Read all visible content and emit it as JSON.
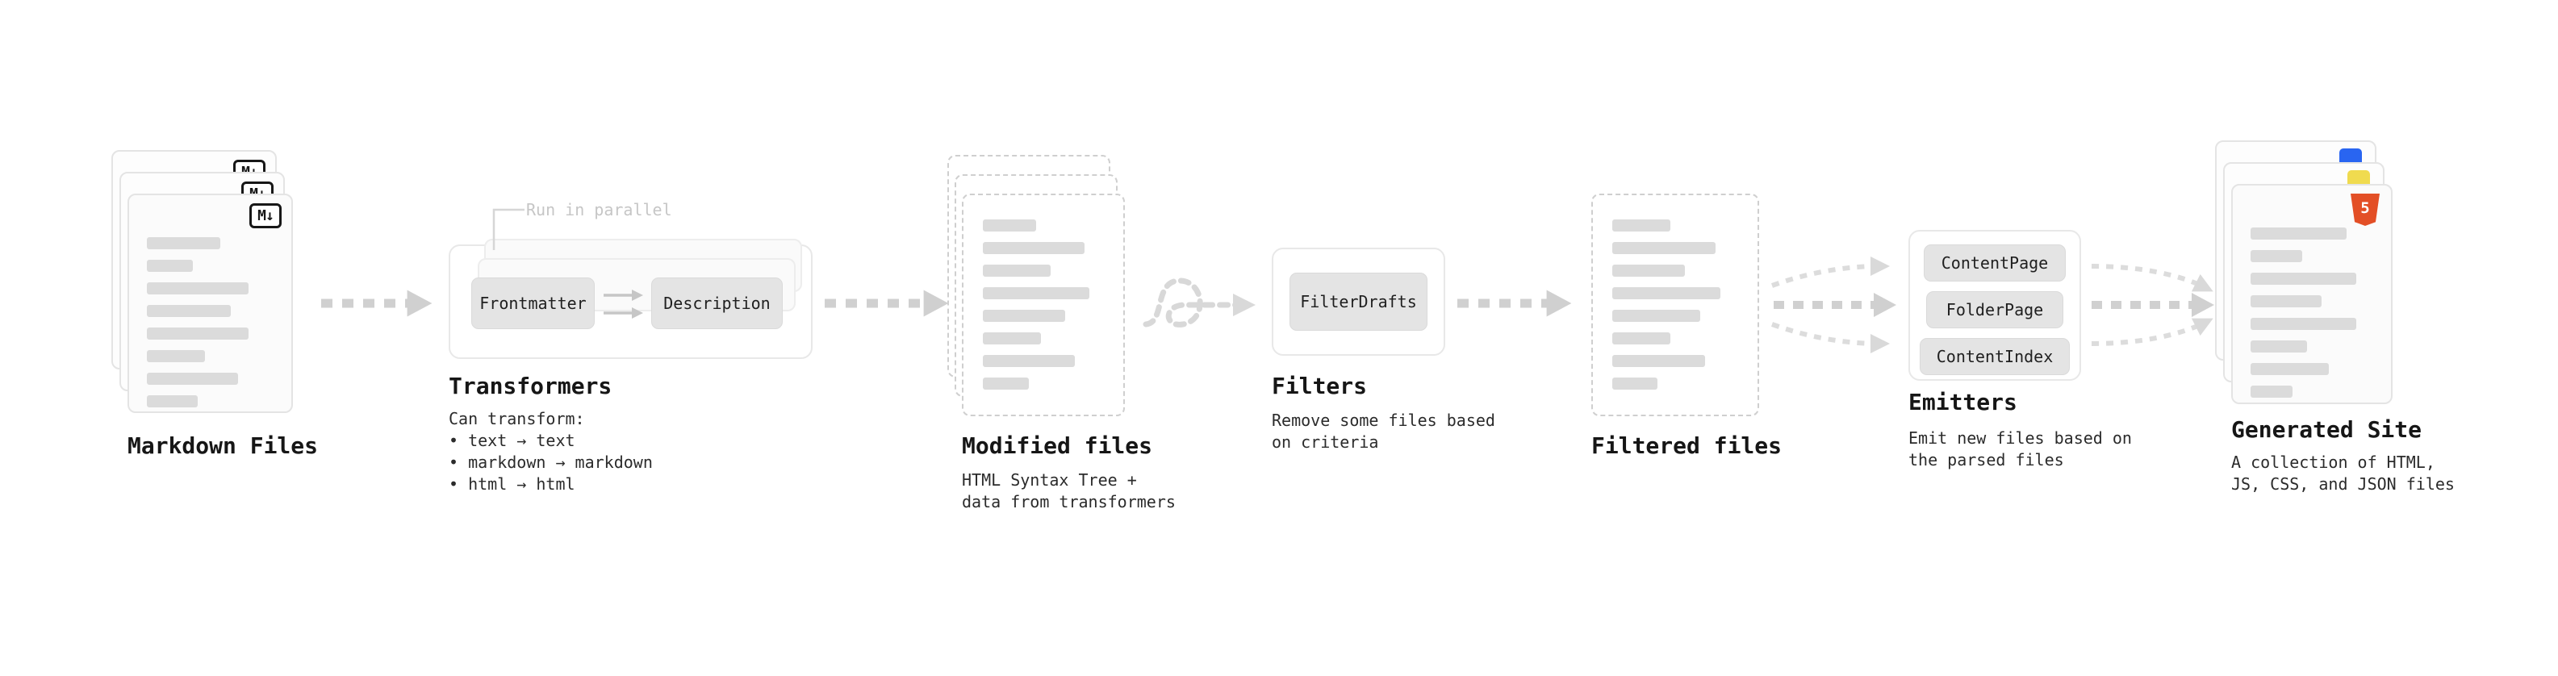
{
  "colors": {
    "background": "#ffffff",
    "arrow": "#d0d0d0",
    "card_border": "#e4e4e4",
    "dashed_border": "#cfcfcf",
    "placeholder_bar": "#dbdbdb",
    "pill_background": "#e4e4e4",
    "text": "#161616",
    "annotation_muted": "#c6c6c6",
    "markdown_icon": "#171717",
    "html5_icon": "#e34f26",
    "js_icon": "#f0db4f",
    "css_icon": "#2965f1"
  },
  "stages": {
    "markdown_files": {
      "label": "Markdown Files",
      "icon_label": "M↓",
      "lines": [
        58,
        36,
        80,
        66,
        80,
        46,
        72,
        40
      ]
    },
    "transformers": {
      "label": "Transformers",
      "annotation": "Run in parallel",
      "nodes": [
        "Frontmatter",
        "Description"
      ],
      "desc": [
        "Can transform:",
        "• text → text",
        "• markdown → markdown",
        "• html → html"
      ]
    },
    "modified_files": {
      "label": "Modified files",
      "desc": [
        "HTML Syntax Tree +",
        "data from transformers"
      ],
      "lines": [
        44,
        84,
        56,
        88,
        68,
        48,
        76,
        38
      ]
    },
    "filters": {
      "label": "Filters",
      "nodes": [
        "FilterDrafts"
      ],
      "desc": [
        "Remove some files based",
        "on criteria"
      ]
    },
    "filtered_files": {
      "label": "Filtered files",
      "lines": [
        46,
        82,
        58,
        86,
        70,
        46,
        74,
        36
      ]
    },
    "emitters": {
      "label": "Emitters",
      "nodes": [
        "ContentPage",
        "FolderPage",
        "ContentIndex"
      ],
      "desc": [
        "Emit new files based on",
        "the parsed files"
      ]
    },
    "generated_site": {
      "label": "Generated Site",
      "html5_badge": "5",
      "desc": [
        "A collection of HTML,",
        "JS, CSS, and JSON files"
      ],
      "lines": [
        78,
        42,
        86,
        58,
        86,
        46,
        64,
        34
      ]
    }
  }
}
